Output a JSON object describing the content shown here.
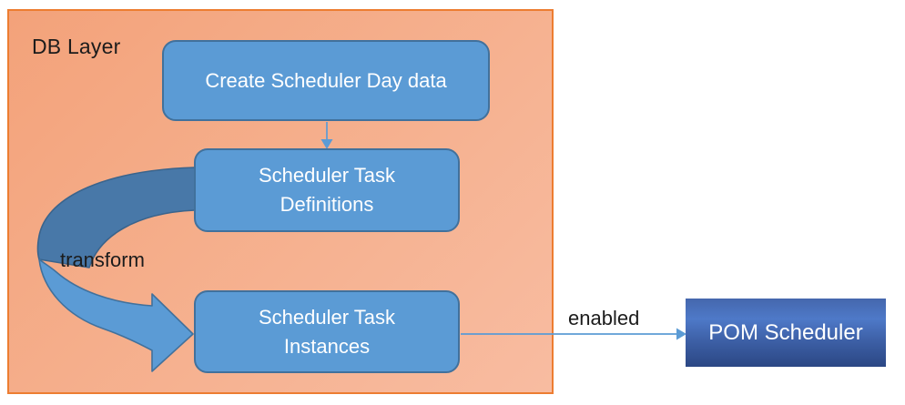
{
  "diagram": {
    "container_label": "DB Layer",
    "nodes": [
      {
        "id": "create-scheduler-day-data",
        "label": "Create Scheduler Day data"
      },
      {
        "id": "scheduler-task-definitions",
        "label": "Scheduler Task Definitions"
      },
      {
        "id": "scheduler-task-instances",
        "label": "Scheduler Task Instances"
      },
      {
        "id": "pom-scheduler",
        "label": "POM Scheduler"
      }
    ],
    "edges": [
      {
        "from": "create-scheduler-day-data",
        "to": "scheduler-task-definitions",
        "label": "",
        "type": "straight-arrow"
      },
      {
        "from": "scheduler-task-definitions",
        "to": "scheduler-task-instances",
        "label": "transform",
        "type": "curved-ribbon-arrow"
      },
      {
        "from": "scheduler-task-instances",
        "to": "pom-scheduler",
        "label": "enabled",
        "type": "straight-arrow"
      }
    ],
    "colors": {
      "container_border": "#ED7D31",
      "container_fill_start": "#F3A27A",
      "container_fill_end": "#F8BCA1",
      "node_fill": "#5B9BD5",
      "node_border": "#41719C",
      "connector": "#5B9BD5",
      "curved_arrow_dark": "#4878A8",
      "curved_arrow_light": "#5B9BD5",
      "pom_gradient_top": "#4567AD",
      "pom_gradient_bottom": "#2B4784",
      "label_text": "#1c1c1c",
      "node_text": "#ffffff"
    }
  }
}
